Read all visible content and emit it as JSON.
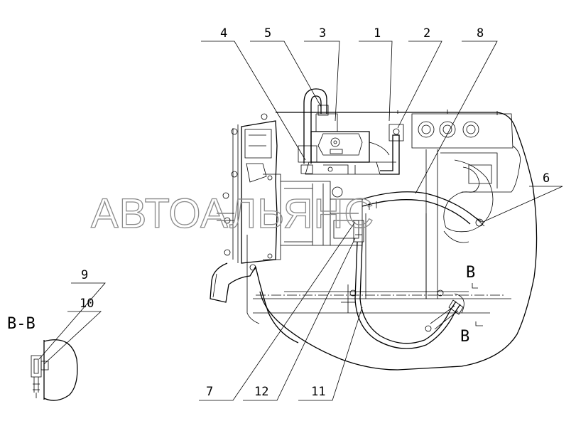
{
  "callouts": [
    {
      "id": "c4",
      "label": "4"
    },
    {
      "id": "c5",
      "label": "5"
    },
    {
      "id": "c3",
      "label": "3"
    },
    {
      "id": "c1",
      "label": "1"
    },
    {
      "id": "c2",
      "label": "2"
    },
    {
      "id": "c8",
      "label": "8"
    },
    {
      "id": "c6",
      "label": "6"
    },
    {
      "id": "c9",
      "label": "9"
    },
    {
      "id": "c10",
      "label": "10"
    },
    {
      "id": "c7",
      "label": "7"
    },
    {
      "id": "c12",
      "label": "12"
    },
    {
      "id": "c11",
      "label": "11"
    }
  ],
  "section": {
    "title": "B-B",
    "marker_upper": "B",
    "marker_lower": "B"
  },
  "watermark": "АВТОАЛЬЯНС"
}
